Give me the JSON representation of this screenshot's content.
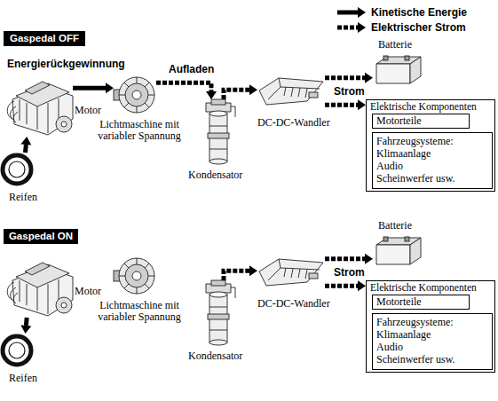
{
  "diagram": {
    "nodes": [
      {
        "text": [
          "Gaspedal OFF"
        ]
      },
      {
        "text": [
          "Motor"
        ]
      },
      {
        "text": [
          "Reifen"
        ]
      },
      {
        "text": [
          "Lichtmaschine mit variabler Spannung"
        ]
      },
      {
        "text": [
          "Kondensator"
        ]
      },
      {
        "text": [
          "DC-DC-Wandler"
        ]
      },
      {
        "text": [
          "Batterie"
        ]
      },
      {
        "text": [
          "Elektrische Komponenten"
        ]
      },
      {
        "text": [
          "Motorteile"
        ],
        "in": 7
      },
      {
        "text": [
          "Fahrzeugsysteme: Klimaanlage Audio Scheinwerfer usw."
        ],
        "in": 7
      },
      {
        "text": [
          "Gaspedal ON"
        ]
      },
      {
        "text": [
          "Motor"
        ]
      },
      {
        "text": [
          "Reifen"
        ]
      },
      {
        "text": [
          "Lichtmaschine mit variabler Spannung"
        ]
      },
      {
        "text": [
          "Kondensator"
        ]
      },
      {
        "text": [
          "DC-DC-Wandler"
        ]
      },
      {
        "text": [
          "Batterie"
        ]
      },
      {
        "text": [
          "Elektrische Komponenten"
        ]
      },
      {
        "text": [
          "Motorteile"
        ],
        "in": 17
      },
      {
        "text": [
          "Fahrzeugsysteme: Klimaanlage Audio Scheinwerfer usw."
        ],
        "in": 17
      }
    ],
    "edges": [
      {
        "from": 2,
        "to": 1,
        "arrow": "to"
      },
      {
        "from": 1,
        "to": 3,
        "arrow": "to"
      },
      {
        "from": 3,
        "to": 4,
        "arrow": "to"
      },
      {
        "from": 4,
        "to": 5,
        "arrow": "to"
      },
      {
        "from": 5,
        "to": 6,
        "arrow": "to"
      },
      {
        "from": 5,
        "to": 7,
        "arrow": "to"
      },
      {
        "from": 11,
        "to": 12,
        "arrow": "to"
      },
      {
        "from": 14,
        "to": 15,
        "arrow": "to"
      },
      {
        "from": 15,
        "to": 16,
        "arrow": "to"
      },
      {
        "from": 15,
        "to": 17,
        "arrow": "to"
      }
    ],
    "labels": [
      "Energierückgewinnung",
      "Aufladen",
      "Strom",
      "Strom"
    ],
    "legend": [
      {
        "text": "Kinetische Energie"
      },
      {
        "text": "Elektrischer Strom"
      }
    ]
  }
}
